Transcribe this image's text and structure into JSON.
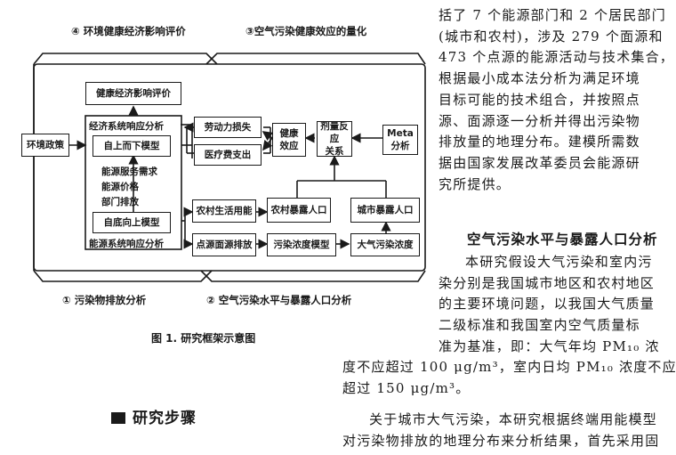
{
  "figure": {
    "sections": {
      "s4": "④ 环境健康经济影响评价",
      "s3": "③空气污染健康效应的量化",
      "s1": "① 污染物排放分析",
      "s2": "② 空气污染水平与暴露人口分析"
    },
    "boxes": {
      "env_policy": "环境政策",
      "health_econ_eval": "健康经济影响评价",
      "econ_system_label": "经济系统响应分析",
      "top_down": "自上而下模型",
      "energy_demand": "能源服务需求",
      "energy_price": "能源价格",
      "sector_emission": "部门排放",
      "bottom_up": "自底向上模型",
      "energy_system_label": "能源系统响应分析",
      "labor_loss": "劳动力损失",
      "medical_cost": "医疗费支出",
      "health_effect": "健康\n效应",
      "dose_response": "剂量反应\n关系",
      "meta": "Meta\n分析",
      "rural_energy": "农村生活用能",
      "rural_exposure": "农村暴露人口",
      "urban_exposure": "城市暴露人口",
      "point_area_source": "点源面源排放",
      "pollution_model": "污染浓度模型",
      "air_concentration": "大气污染浓度"
    },
    "caption": "图 1. 研究框架示意图"
  },
  "text": {
    "right_para_lines": [
      "括了 7 个能源部门和 2 个居民部门",
      "(城市和农村)，涉及 279 个面源和",
      "473 个点源的能源活动与技术集合，",
      "根据最小成本法分析为满足环境",
      "目标可能的技术组合，并按照点",
      "源、面源逐一分析并得出污染物",
      "排放量的地理分布。建模所需数",
      "据由国家发展改革委员会能源研",
      "究所提供。"
    ],
    "subheading": "空气污染水平与暴露人口分析",
    "para2_lines": [
      "本研究假设大气污染和室内污",
      "染分别是我国城市地区和农村地区",
      "的主要环境问题，以我国大气质量",
      "二级标准和我国室内空气质量标",
      "准为基准，即：大气年均 PM₁₀ 浓"
    ],
    "para2_wide_lines": [
      "度不应超过 100 μg/m³，室内日均 PM₁₀ 浓度不应",
      "超过 150 μg/m³。"
    ],
    "section_heading": "研究步骤",
    "para3_lines": [
      "关于城市大气污染，本研究根据终端用能模型",
      "对污染物排放的地理分布来分析结果，首先采用固"
    ]
  }
}
